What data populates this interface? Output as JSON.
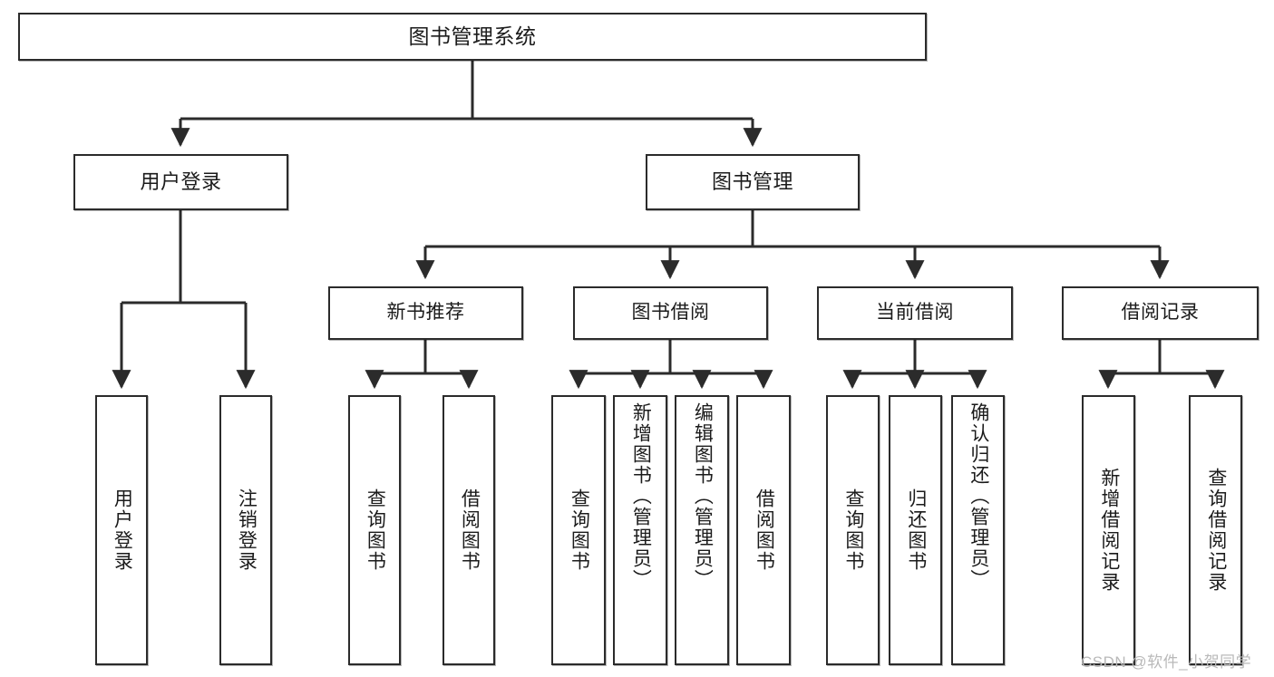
{
  "diagram": {
    "title": "图书管理系统",
    "type": "tree-hierarchy-chart",
    "colors": {
      "box_border": "#2b2b2b",
      "box_fill": "#ffffff",
      "connector": "#2b2b2b",
      "watermark": "#b9b9b9",
      "background": "#ffffff"
    },
    "root": {
      "label": "图书管理系统"
    },
    "level2": [
      {
        "id": "user-login",
        "label": "用户登录"
      },
      {
        "id": "book-management",
        "label": "图书管理"
      }
    ],
    "level3": [
      {
        "id": "new-book-recommend",
        "label": "新书推荐"
      },
      {
        "id": "book-borrow",
        "label": "图书借阅"
      },
      {
        "id": "current-borrow",
        "label": "当前借阅"
      },
      {
        "id": "borrow-record",
        "label": "借阅记录"
      }
    ],
    "leaves": {
      "user-login": [
        {
          "id": "leaf-user-login",
          "label": "用户登录"
        },
        {
          "id": "leaf-logout-login",
          "label": "注销登录"
        }
      ],
      "new-book-recommend": [
        {
          "id": "leaf-query-book-1",
          "label": "查询图书"
        },
        {
          "id": "leaf-borrow-book-1",
          "label": "借阅图书"
        }
      ],
      "book-borrow": [
        {
          "id": "leaf-query-book-2",
          "label": "查询图书"
        },
        {
          "id": "leaf-add-book-admin",
          "label": "新增图书（管理员）"
        },
        {
          "id": "leaf-edit-book-admin",
          "label": "编辑图书（管理员）"
        },
        {
          "id": "leaf-borrow-book-2",
          "label": "借阅图书"
        }
      ],
      "current-borrow": [
        {
          "id": "leaf-query-book-3",
          "label": "查询图书"
        },
        {
          "id": "leaf-return-book",
          "label": "归还图书"
        },
        {
          "id": "leaf-confirm-return-admin",
          "label": "确认归还（管理员）"
        }
      ],
      "borrow-record": [
        {
          "id": "leaf-add-borrow-record",
          "label": "新增借阅记录"
        },
        {
          "id": "leaf-query-borrow-record",
          "label": "查询借阅记录"
        }
      ]
    }
  },
  "watermark": {
    "text": "CSDN @软件_小贺同学"
  }
}
